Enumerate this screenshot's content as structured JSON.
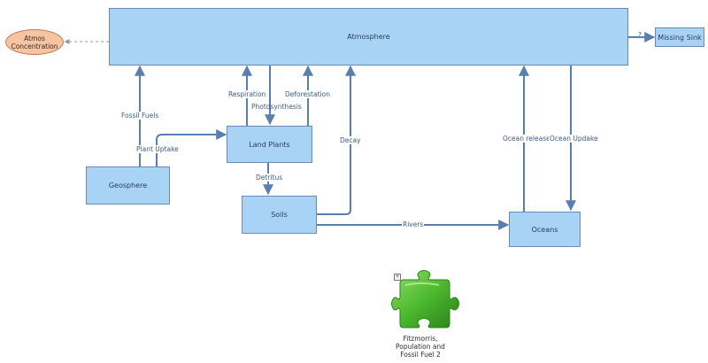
{
  "nodes": {
    "atmosphere": "Atmosphere",
    "missing_sink": "Missing Sink",
    "atmos_concentration": "Atmos\nConcentration",
    "land_plants": "Land Plants",
    "geosphere": "Geosphere",
    "soils": "Soils",
    "oceans": "Oceans"
  },
  "flows": {
    "fossil_fuels": "Fossil Fuels",
    "plant_uptake": "Plant Uptake",
    "respiration": "Respiration",
    "photosynthesis": "Photosynthesis",
    "deforestation": "Deforestation",
    "detritus": "Detritus",
    "decay": "Decay",
    "rivers": "Rivers",
    "ocean_release": "Ocean release",
    "ocean_uptake": "Ocean Updake",
    "missing_sink_flow": "?"
  },
  "module": {
    "caption": "Fitzmorris,\nPopulation and\nFossil Fuel 2",
    "icon": "puzzle-piece-icon",
    "expand_glyph": "+"
  },
  "colors": {
    "stock_fill": "#a9d3f5",
    "stock_border": "#6a8ab3",
    "arrow": "#5a7eb0",
    "variable_fill": "#f5c4a3",
    "puzzle_green": "#4cb82f"
  }
}
